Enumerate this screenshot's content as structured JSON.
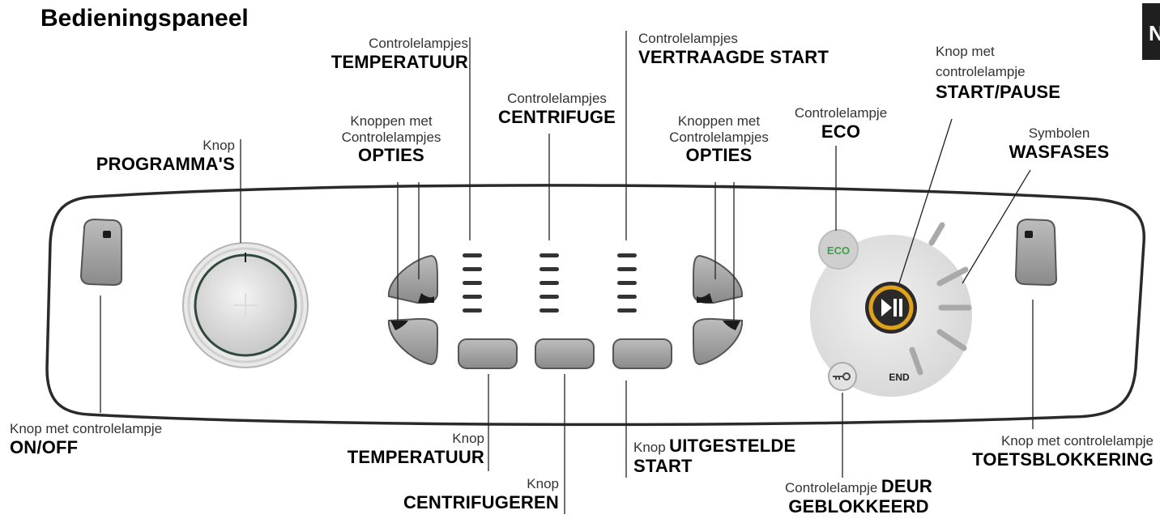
{
  "title": "Bedieningspaneel",
  "corner_tab": "N",
  "labels": {
    "programmas": {
      "small": "Knop",
      "big": "PROGRAMMA'S"
    },
    "opties_left": {
      "small1": "Knoppen  met",
      "small2": "Controlelampjes",
      "big": "OPTIES"
    },
    "temp_lamps": {
      "small": "Controlelampjes",
      "big": "TEMPERATUUR"
    },
    "centrifuge_lamps": {
      "small": "Controlelampjes",
      "big": "CENTRIFUGE"
    },
    "vertraagde": {
      "small": "Controlelampjes",
      "big": "VERTRAAGDE START"
    },
    "opties_right": {
      "small1": "Knoppen  met",
      "small2": "Controlelampjes",
      "big": "OPTIES"
    },
    "eco": {
      "small": "Controlelampje",
      "big": "ECO"
    },
    "start_pause": {
      "small1": "Knop met",
      "small2": "controlelampje",
      "big": "START/PAUSE"
    },
    "wasfases": {
      "small": "Symbolen",
      "big": "WASFASES"
    },
    "onoff": {
      "small": "Knop met controlelampje",
      "big": "ON/OFF"
    },
    "temp_knop": {
      "small": "Knop",
      "big": "TEMPERATUUR"
    },
    "centrifugeren": {
      "small": "Knop",
      "big": "CENTRIFUGEREN"
    },
    "uitgestelde": {
      "small": "Knop",
      "big1": "UITGESTELDE",
      "big2": "START"
    },
    "deur": {
      "small": "Controlelampje",
      "big1": "DEUR",
      "big2": "GEBLOKKEERD"
    },
    "toetsblokkering": {
      "small": "Knop met controlelampje",
      "big": "TOETSBLOKKERING"
    }
  },
  "panel_markings": {
    "eco_badge": "ECO",
    "end": "END"
  },
  "colors": {
    "accent_ring": "#e0a21a",
    "eco_green": "#3aa24a",
    "panel_outline": "#2a2a2a",
    "button_grey": "#9c9c9c"
  }
}
